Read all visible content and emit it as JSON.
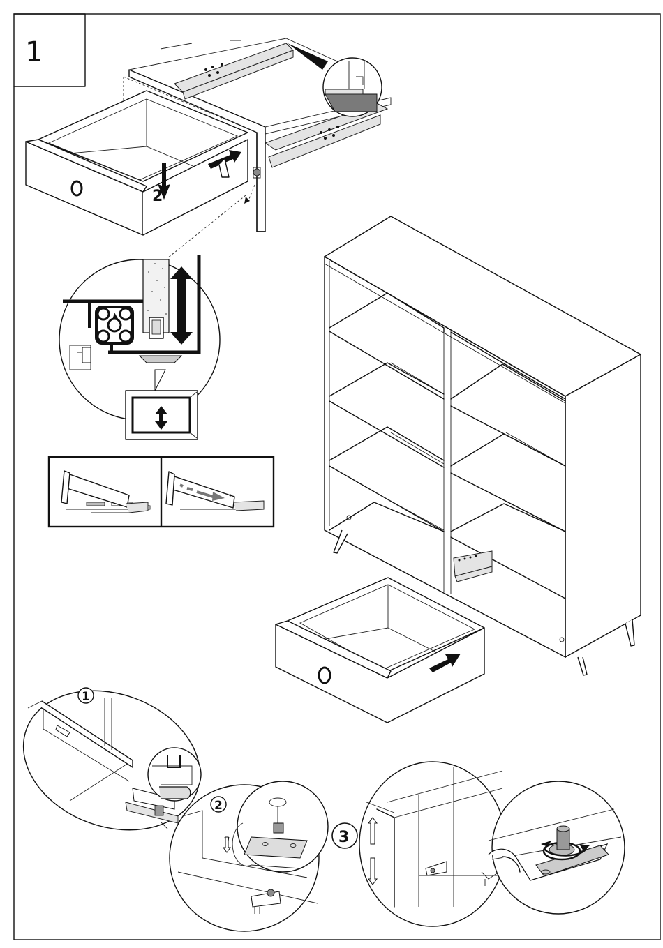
{
  "step": {
    "number": "1"
  },
  "top_figure": {
    "arrow_label": "2"
  },
  "callouts": [
    {
      "number": "1"
    },
    {
      "number": "2"
    },
    {
      "number": "3"
    }
  ],
  "icons": {
    "adjust": "double-vertical-arrow-icon",
    "push": "push-arrow-icon",
    "down": "down-arrow-icon",
    "rotate": "rotate-arrows-icon"
  },
  "colors": {
    "line": "#111111",
    "fill": "#ffffff",
    "rail": "#e4e4e4",
    "shade": "#8a8a8a"
  }
}
